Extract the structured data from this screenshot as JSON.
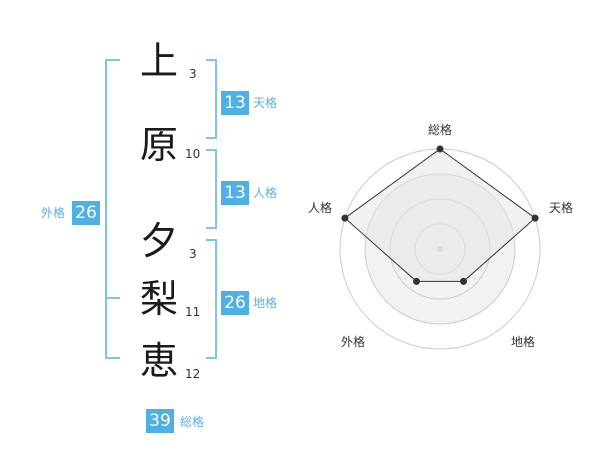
{
  "name": {
    "chars": [
      {
        "char": "上",
        "strokes": "3"
      },
      {
        "char": "原",
        "strokes": "10"
      },
      {
        "char": "夕",
        "strokes": "3"
      },
      {
        "char": "梨",
        "strokes": "11"
      },
      {
        "char": "恵",
        "strokes": "12"
      }
    ]
  },
  "kaku": {
    "tenkaku": {
      "value": "13",
      "label": "天格"
    },
    "jinkaku": {
      "value": "13",
      "label": "人格"
    },
    "chikaku": {
      "value": "26",
      "label": "地格"
    },
    "gaikaku": {
      "value": "26",
      "label": "外格"
    },
    "soukaku": {
      "value": "39",
      "label": "総格"
    }
  },
  "chart_data": {
    "type": "radar",
    "axes": [
      "総格",
      "天格",
      "地格",
      "外格",
      "人格"
    ],
    "values": [
      5,
      5,
      2,
      2,
      5
    ],
    "max": 5,
    "rings": 4
  },
  "colors": {
    "accent": "#4fb0e6",
    "line": "#333333",
    "ring": "#cccccc",
    "fill": "#f0f0f0"
  }
}
